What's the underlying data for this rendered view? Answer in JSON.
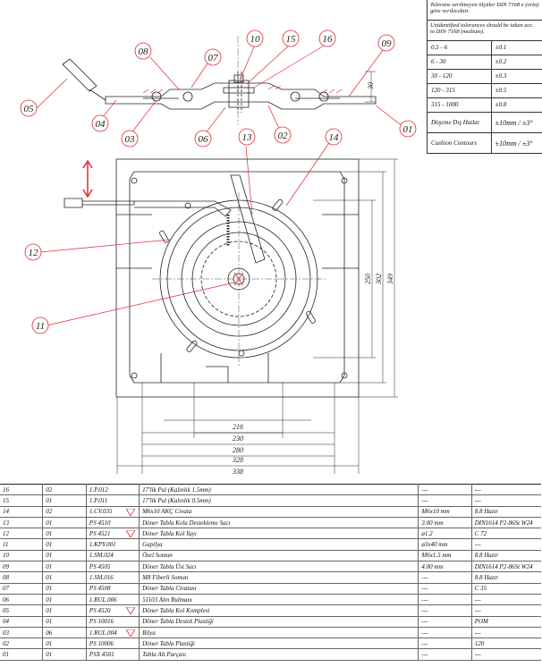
{
  "tolerance_notes": {
    "tr": "Tolerans verilmeyen ölçüler DIN 7168 e (orta) göre verilecektir.",
    "en": "Unidentified tolerances should be taken acc. to DIN 7168 (medium)."
  },
  "tolerance_rows": [
    {
      "range": "0,5 - 6",
      "tol": "±0.1"
    },
    {
      "range": "6 - 30",
      "tol": "±0.2"
    },
    {
      "range": "30 - 120",
      "tol": "±0.3"
    },
    {
      "range": "120 - 315",
      "tol": "±0.5"
    },
    {
      "range": "315 - 1000",
      "tol": "±0.8"
    }
  ],
  "tolerance_special": [
    {
      "label": "Döşeme Dış Hatlar",
      "value": "±10mm / ±3°"
    },
    {
      "label": "Cushion Contours",
      "value": "±10mm / ±3°"
    }
  ],
  "balloons": [
    "08",
    "07",
    "10",
    "15",
    "16",
    "09",
    "05",
    "04",
    "03",
    "06",
    "02",
    "01",
    "13",
    "14",
    "12",
    "11"
  ],
  "dimensions": {
    "h_30": "30",
    "h_216": "216",
    "h_230": "230",
    "h_280": "280",
    "h_328": "328",
    "h_338": "338",
    "v_250": "250",
    "v_302": "302",
    "v_349": "349"
  },
  "bom": [
    [
      "16",
      "02",
      "1.P.012",
      "17'lik Pul (Kalınlık 1.5mm)",
      "---",
      "---"
    ],
    [
      "15",
      "01",
      "1.P.011",
      "17'lik Pul (Kalınlık 0.5mm)",
      "---",
      "---"
    ],
    [
      "14",
      "02",
      "1.CV.035",
      "M6x10 AKÇ Civata",
      "M6x10 mm",
      "8.8 Hazır"
    ],
    [
      "13",
      "01",
      "PS 4510",
      "Döner Tabla Kolu Destekleme Sacı",
      "3.00 mm",
      "DIN1614 P2-86St W24"
    ],
    [
      "12",
      "01",
      "PS 4521",
      "Döner Tabla Kol Yayı",
      "ø1.2",
      "C 72"
    ],
    [
      "11",
      "01",
      "1.KPY.001",
      "Gupilya",
      "ø3x40 mm",
      "---"
    ],
    [
      "10",
      "01",
      "1.SM.024",
      "Özel Somun",
      "M6x1.5 mm",
      "8.8 Hazır"
    ],
    [
      "09",
      "01",
      "PS 4505",
      "Döner Tabla Üst Sacı",
      "4.00 mm",
      "DIN1614 P2-86St W24"
    ],
    [
      "08",
      "01",
      "1.SM.016",
      "M8 Fiberli Somun",
      "---",
      "8.8 Hazır"
    ],
    [
      "07",
      "01",
      "PS 4508",
      "Döner Tabla Civatası",
      "---",
      "C 35"
    ],
    [
      "06",
      "01",
      "1.RUL.006",
      "51103 Alın Rulmanı",
      "---",
      "---"
    ],
    [
      "05",
      "01",
      "PS 4520",
      "Döner Tabla Kol Komplesi",
      "---",
      "---"
    ],
    [
      "04",
      "01",
      "PS 10016",
      "Döner Tabla Destek Plastiği",
      "---",
      "POM"
    ],
    [
      "03",
      "06",
      "1.RUL.004",
      "Bilya",
      "---",
      "---"
    ],
    [
      "02",
      "01",
      "PS 10006",
      "Döner Tabla Plastiği",
      "---",
      "120"
    ],
    [
      "01",
      "01",
      "PSX 4501",
      "Tabla Alt Parçası",
      "---",
      "---"
    ]
  ],
  "bom_flag_rows": [
    2,
    4,
    11,
    13
  ],
  "colors": {
    "leader": "#e0282f",
    "line": "#222222"
  }
}
